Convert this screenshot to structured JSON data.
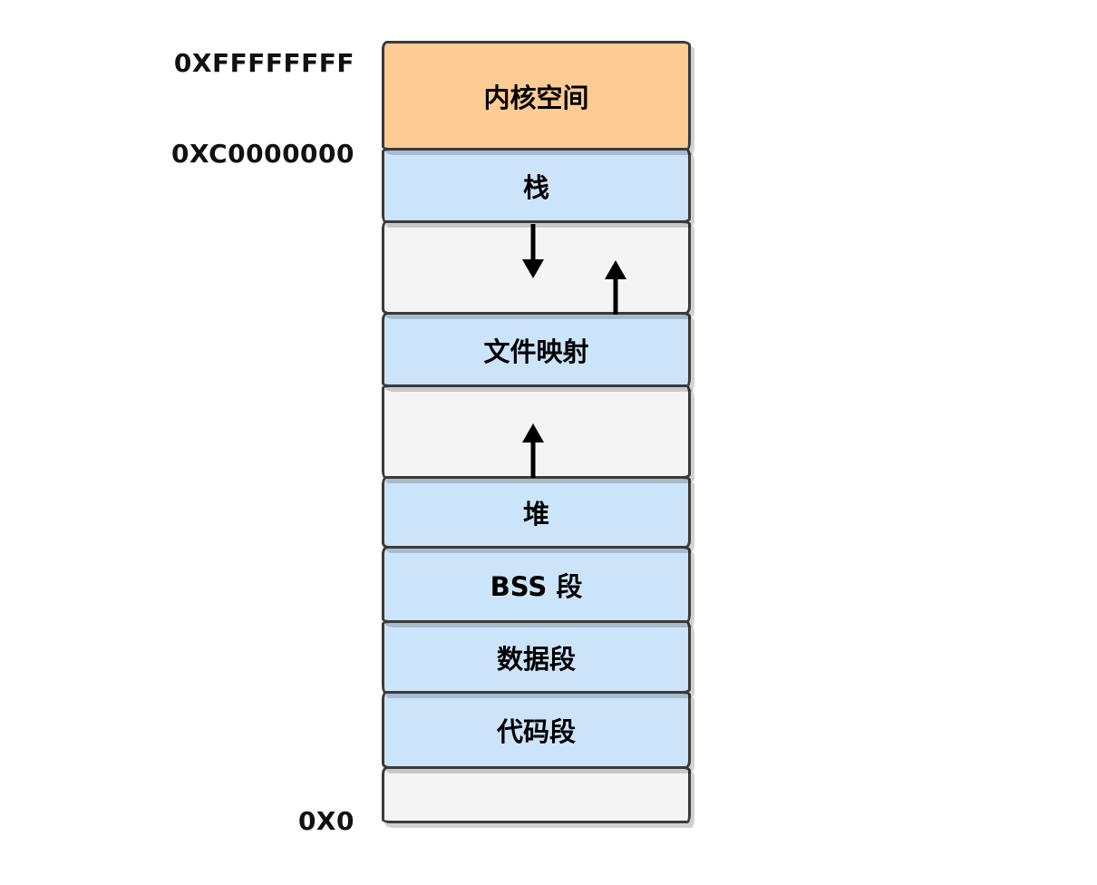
{
  "diagram": {
    "type": "process-virtual-memory-layout",
    "addresses": {
      "top": "0XFFFFFFFF",
      "kernel_base": "0XC0000000",
      "bottom": "0X0"
    },
    "blocks": [
      {
        "label": "内核空间",
        "kind": "kernel"
      },
      {
        "label": "栈",
        "kind": "segment"
      },
      {
        "label": "",
        "kind": "gap"
      },
      {
        "label": "文件映射",
        "kind": "segment"
      },
      {
        "label": "",
        "kind": "gap"
      },
      {
        "label": "堆",
        "kind": "segment"
      },
      {
        "label": "BSS 段",
        "kind": "segment"
      },
      {
        "label": "数据段",
        "kind": "segment"
      },
      {
        "label": "代码段",
        "kind": "segment"
      },
      {
        "label": "",
        "kind": "gap"
      }
    ],
    "arrows": [
      {
        "direction": "down",
        "meaning": "stack-grows-downward"
      },
      {
        "direction": "up",
        "meaning": "file-mapping-grows-upward"
      },
      {
        "direction": "up",
        "meaning": "heap-grows-upward"
      }
    ],
    "colors": {
      "kernel_fill": "#ffcb94",
      "segment_fill": "#cce4fa",
      "gap_fill": "#f4f4f4",
      "border": "#3b3b3b",
      "arrow": "#000000",
      "text": "#000000",
      "background": "#ffffff"
    }
  }
}
